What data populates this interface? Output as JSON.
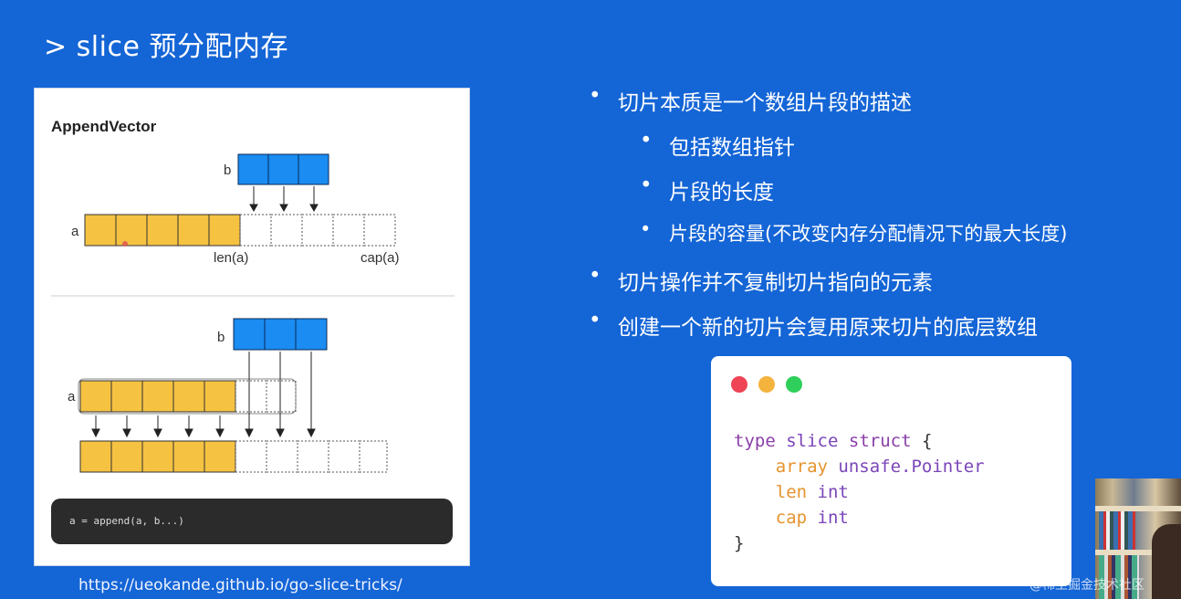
{
  "slide": {
    "title": "> slice 预分配内存"
  },
  "diagram": {
    "heading": "AppendVector",
    "label_a": "a",
    "label_b": "b",
    "len_label": "len(a)",
    "cap_label": "cap(a)",
    "code": "a = append(a, b...)",
    "colors": {
      "blue_cell": "#1a8cf2",
      "yellow_cell": "#f5c242"
    },
    "source_url": "https://ueokande.github.io/go-slice-tricks/"
  },
  "bullets": [
    {
      "text": "切片本质是一个数组片段的描述",
      "level": 1
    },
    {
      "text": "包括数组指针",
      "level": 2
    },
    {
      "text": "片段的长度",
      "level": 2
    },
    {
      "text": "片段的容量(不改变内存分配情况下的最大长度)",
      "level": 2
    },
    {
      "text": "切片操作并不复制切片指向的元素",
      "level": 1
    },
    {
      "text": "创建一个新的切片会复用原来切片的底层数组",
      "level": 1
    }
  ],
  "bullet_glyph": "•",
  "code_window": {
    "dot_colors": [
      "#ee4455",
      "#f3b33d",
      "#2ecf5a"
    ],
    "line1": {
      "kw1": "type",
      "name": "slice",
      "kw2": "struct",
      "brace": "{"
    },
    "line2": {
      "field": "array",
      "type": "unsafe.Pointer"
    },
    "line3": {
      "field": "len",
      "type": "int"
    },
    "line4": {
      "field": "cap",
      "type": "int"
    },
    "line5": {
      "brace": "}"
    }
  },
  "watermark": "@稀土掘金技术社区"
}
